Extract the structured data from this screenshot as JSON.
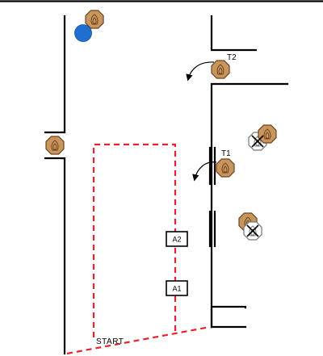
{
  "labels": {
    "t2": "T2",
    "t1": "T1",
    "a2": "A2",
    "a1": "A1",
    "start": "START"
  },
  "colors": {
    "target_fill": "#c8955c",
    "target_stroke": "#6b4522",
    "no_shoot_fill": "#ffffff",
    "no_shoot_stroke": "#777777",
    "route": "#e8202a",
    "marker": "#1f6fd1"
  },
  "icons": {
    "target": "octagon-target-icon",
    "no_shoot": "no-shoot-x-icon",
    "marker": "circle-marker-icon",
    "turn": "curved-arrow-icon"
  }
}
